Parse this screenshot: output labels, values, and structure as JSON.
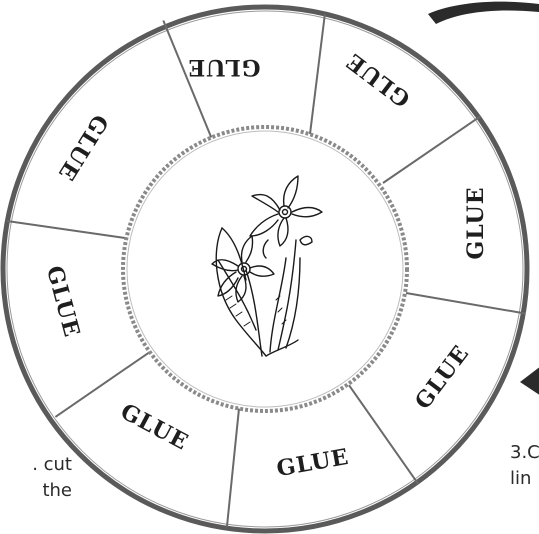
{
  "wheel": {
    "segment_label": "GLUE",
    "segment_count": 8,
    "center_image": "daffodil-flower-sketch"
  },
  "instructions": {
    "left_lines": [
      ". cut",
      "the"
    ],
    "right_lines": [
      "3.C",
      "lin"
    ]
  },
  "colors": {
    "outline": "#555555",
    "ring": "#888888",
    "text": "#1e1e1e",
    "background": "#ffffff"
  }
}
